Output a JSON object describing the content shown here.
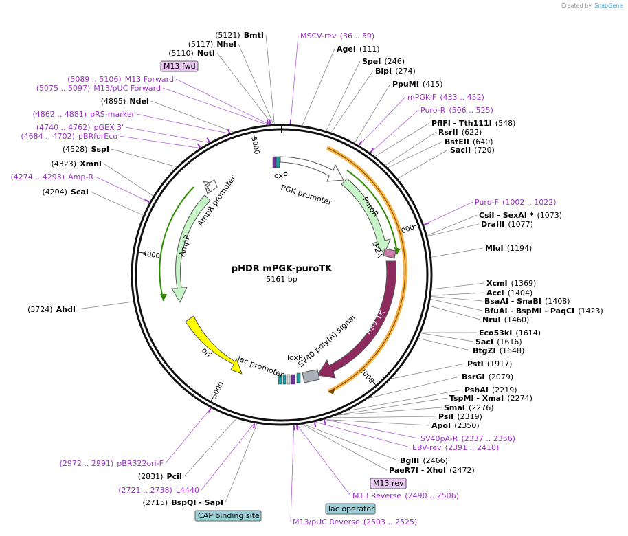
{
  "plasmid": {
    "name": "pHDR mPGK-puroTK",
    "length": "5161 bp"
  },
  "credit": {
    "prefix": "Created by",
    "brand": "SnapGene"
  },
  "ticks": [
    "1000",
    "2000",
    "3000",
    "4000",
    "5000"
  ],
  "features": {
    "loxp1": "loxP",
    "pgk": "PGK promoter",
    "puror": "PuroR",
    "p2a": "P2A",
    "hsvtk": "HSV TK",
    "sv40": "SV40 poly(A) signal",
    "loxp2": "loxP",
    "lac": "lac promoter",
    "ori": "ori",
    "ampr": "AmpR",
    "amprprom": "AmpR promoter"
  },
  "boxed": {
    "m13fwd": "M13 fwd",
    "m13rev": "M13 rev",
    "lacop": "lac operator",
    "cap": "CAP binding site"
  },
  "right_labels": [
    {
      "name": "MSCV-rev",
      "pos": "(36 .. 59)",
      "primer": true
    },
    {
      "name": "AgeI",
      "pos": "(111)"
    },
    {
      "name": "SpeI",
      "pos": "(246)"
    },
    {
      "name": "BlpI",
      "pos": "(274)"
    },
    {
      "name": "PpuMI",
      "pos": "(415)"
    },
    {
      "name": "mPGK-F",
      "pos": "(433 .. 452)",
      "primer": true
    },
    {
      "name": "Puro-R",
      "pos": "(506 .. 525)",
      "primer": true
    },
    {
      "name": "PflFI - Tth111I",
      "pos": "(548)"
    },
    {
      "name": "RsrII",
      "pos": "(622)"
    },
    {
      "name": "BstEII",
      "pos": "(640)"
    },
    {
      "name": "SacII",
      "pos": "(720)"
    },
    {
      "name": "Puro-F",
      "pos": "(1002 .. 1022)",
      "primer": true
    },
    {
      "name": "CsiI - SexAI *",
      "pos": "(1073)"
    },
    {
      "name": "DraIII",
      "pos": "(1077)"
    },
    {
      "name": "MluI",
      "pos": "(1194)"
    },
    {
      "name": "XcmI",
      "pos": "(1369)"
    },
    {
      "name": "AccI",
      "pos": "(1404)"
    },
    {
      "name": "BsaAI - SnaBI",
      "pos": "(1408)"
    },
    {
      "name": "BfuAI - BspMI - PaqCI",
      "pos": "(1423)"
    },
    {
      "name": "NruI",
      "pos": "(1460)"
    },
    {
      "name": "Eco53kI",
      "pos": "(1614)"
    },
    {
      "name": "SacI",
      "pos": "(1616)"
    },
    {
      "name": "BtgZI",
      "pos": "(1648)"
    },
    {
      "name": "PstI",
      "pos": "(1917)"
    },
    {
      "name": "BsrGI",
      "pos": "(2079)"
    },
    {
      "name": "PshAI",
      "pos": "(2219)"
    },
    {
      "name": "TspMI - XmaI",
      "pos": "(2274)"
    },
    {
      "name": "SmaI",
      "pos": "(2276)"
    },
    {
      "name": "PsiI",
      "pos": "(2319)"
    },
    {
      "name": "ApoI",
      "pos": "(2350)"
    },
    {
      "name": "SV40pA-R",
      "pos": "(2337 .. 2356)",
      "primer": true
    },
    {
      "name": "EBV-rev",
      "pos": "(2391 .. 2410)",
      "primer": true
    },
    {
      "name": "BglII",
      "pos": "(2466)"
    },
    {
      "name": "PaeR7I - XhoI",
      "pos": "(2472)"
    },
    {
      "name": "M13 Reverse",
      "pos": "(2490 .. 2506)",
      "primer": true
    },
    {
      "name": "M13/pUC Reverse",
      "pos": "(2503 .. 2525)",
      "primer": true
    }
  ],
  "left_labels": [
    {
      "name": "BmtI",
      "pos": "(5121)"
    },
    {
      "name": "NheI",
      "pos": "(5117)"
    },
    {
      "name": "NotI",
      "pos": "(5110)"
    },
    {
      "name": "M13 Forward",
      "pos": "(5089 .. 5106)",
      "primer": true
    },
    {
      "name": "M13/pUC Forward",
      "pos": "(5075 .. 5097)",
      "primer": true
    },
    {
      "name": "NdeI",
      "pos": "(4895)"
    },
    {
      "name": "pRS-marker",
      "pos": "(4862 .. 4881)",
      "primer": true
    },
    {
      "name": "pGEX 3'",
      "pos": "(4740 .. 4762)",
      "primer": true
    },
    {
      "name": "pBRforEco",
      "pos": "(4684 .. 4702)",
      "primer": true
    },
    {
      "name": "SspI",
      "pos": "(4528)"
    },
    {
      "name": "XmnI",
      "pos": "(4323)"
    },
    {
      "name": "Amp-R",
      "pos": "(4274 .. 4293)",
      "primer": true
    },
    {
      "name": "ScaI",
      "pos": "(4204)"
    },
    {
      "name": "AhdI",
      "pos": "(3724)"
    },
    {
      "name": "pBR322ori-F",
      "pos": "(2972 .. 2991)",
      "primer": true
    },
    {
      "name": "PciI",
      "pos": "(2831)"
    },
    {
      "name": "L4440",
      "pos": "(2721 .. 2738)",
      "primer": true
    },
    {
      "name": "BspQI - SapI",
      "pos": "(2715)"
    }
  ],
  "colors": {
    "primer": "#9b30c8",
    "puro": "#c8f5c8",
    "hsv": "#8e2a5e",
    "ori": "#ffff00",
    "orange": "#f5a623",
    "green": "#2e8b00"
  }
}
